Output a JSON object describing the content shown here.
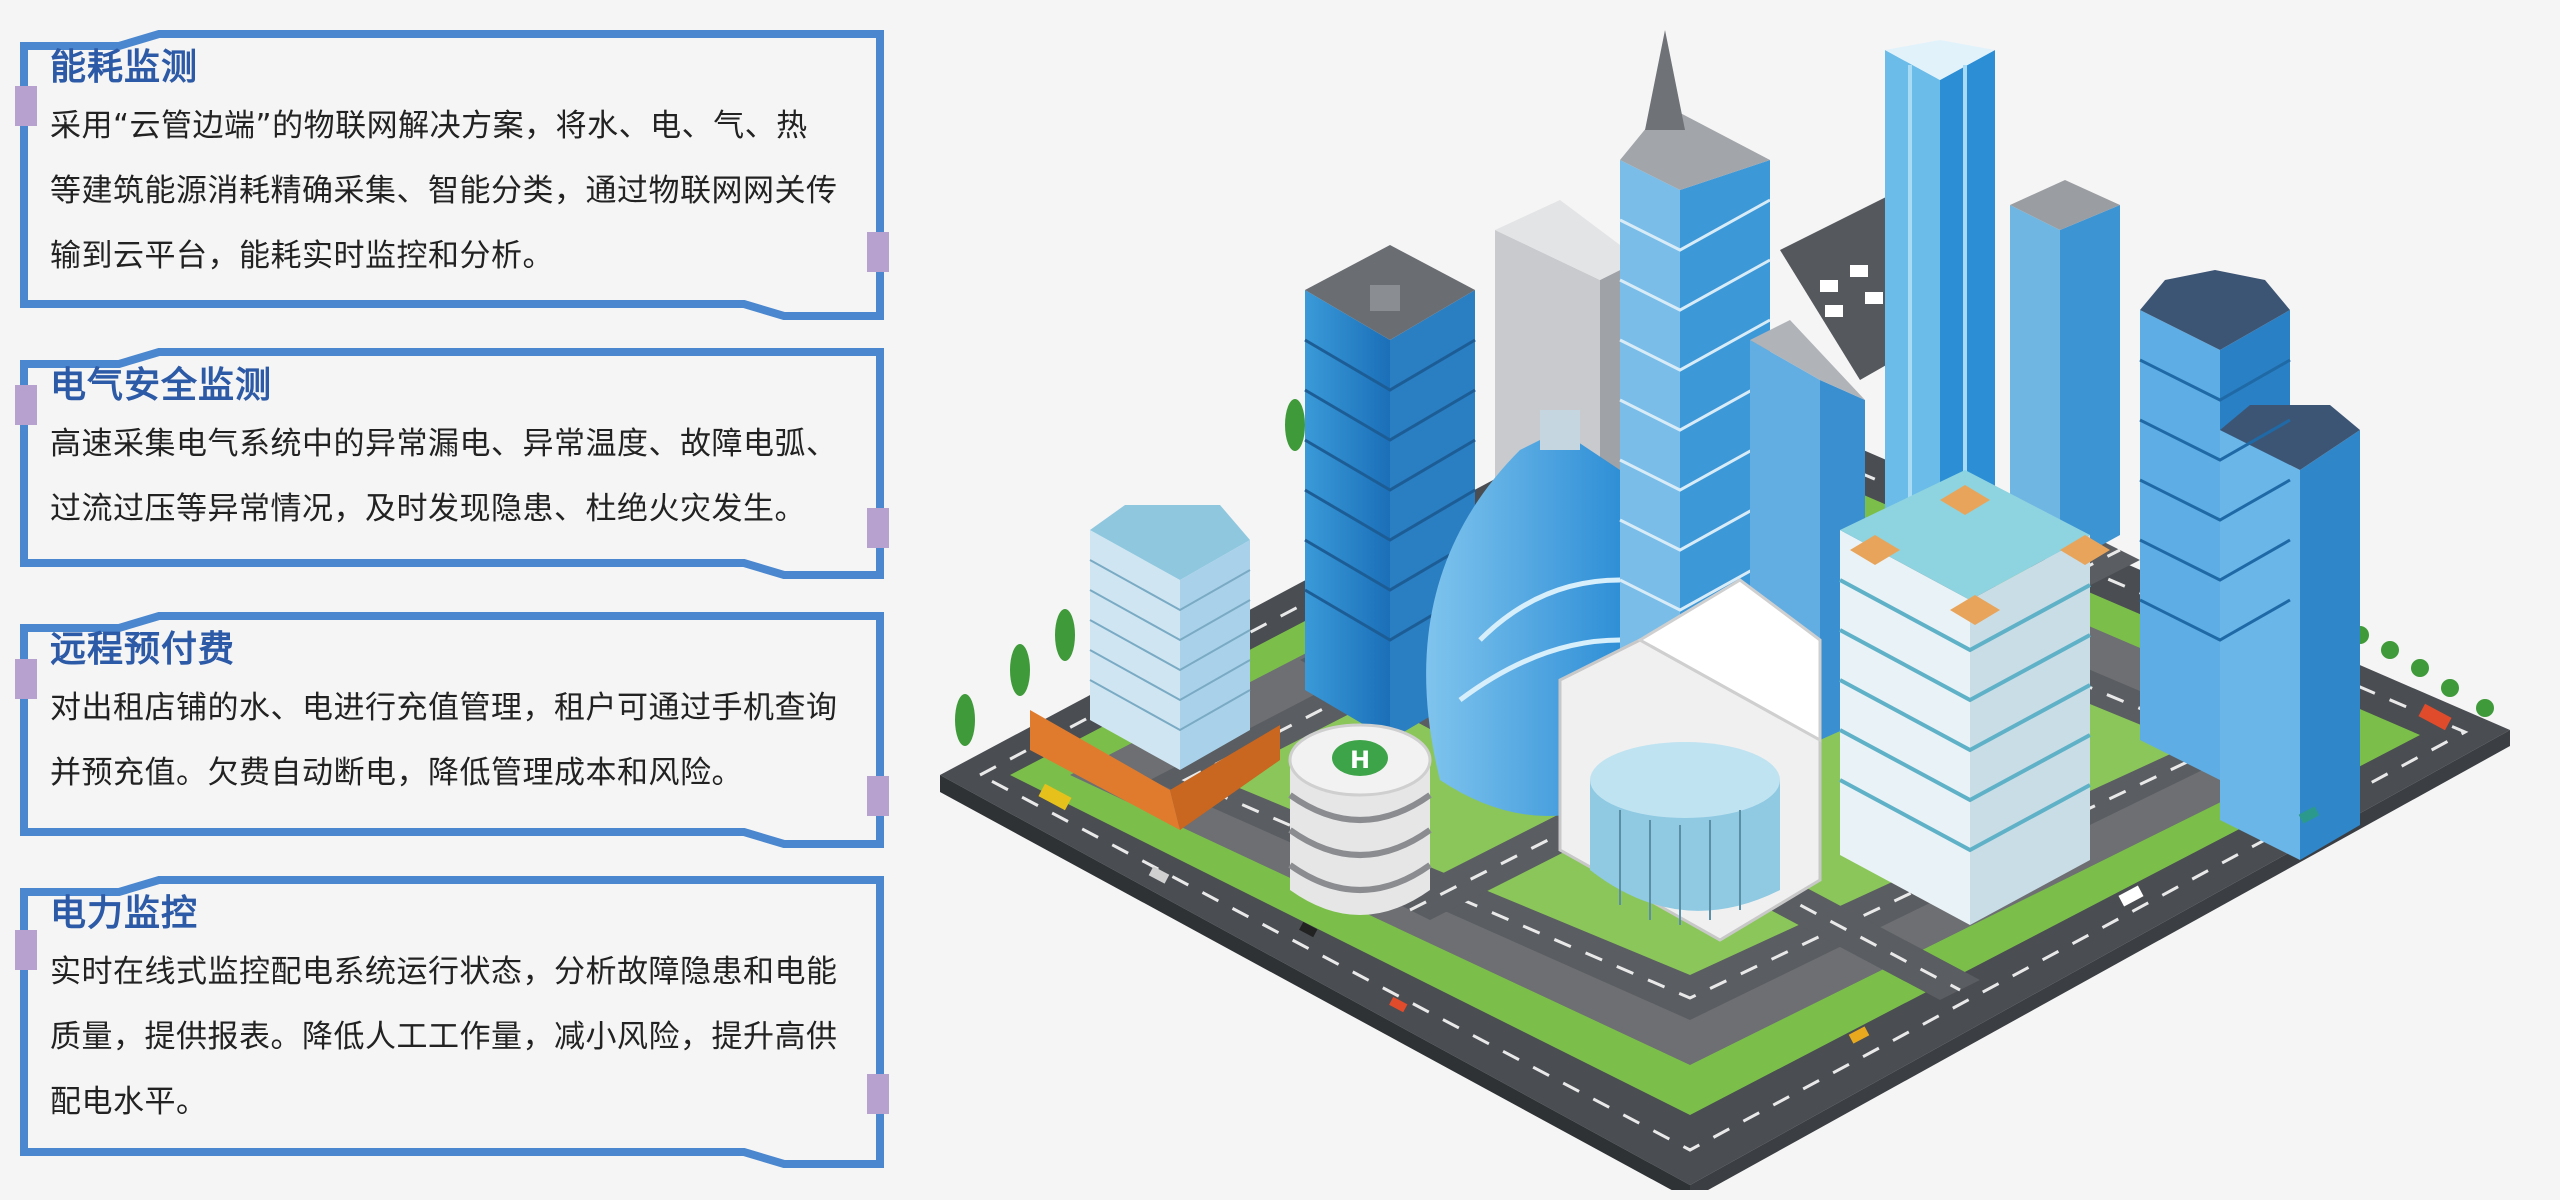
{
  "features": [
    {
      "title": "能耗监测",
      "lines": [
        "采用“云管边端”的物联网解决方案，将水、电、气、热",
        "等建筑能源消耗精确采集、智能分类，通过物联网网关传",
        "输到云平台，能耗实时监控和分析。"
      ]
    },
    {
      "title": "电气安全监测",
      "lines": [
        "高速采集电气系统中的异常漏电、异常温度、故障电弧、",
        "过流过压等异常情况，及时发现隐患、杜绝火灾发生。"
      ]
    },
    {
      "title": "远程预付费",
      "lines": [
        "对出租店铺的水、电进行充值管理，租户可通过手机查询",
        "并预充值。欠费自动断电，降低管理成本和风险。"
      ]
    },
    {
      "title": "电力监控",
      "lines": [
        "实时在线式监控配电系统运行状态，分析故障隐患和电能",
        "质量，提供报表。降低人工工作量，减小风险，提升高供",
        "配电水平。"
      ]
    }
  ],
  "illustration": {
    "helipad_mark": "H"
  },
  "colors": {
    "frame": "#4a87cf",
    "title": "#2d5aa6",
    "tab": "#b7a2cf"
  }
}
